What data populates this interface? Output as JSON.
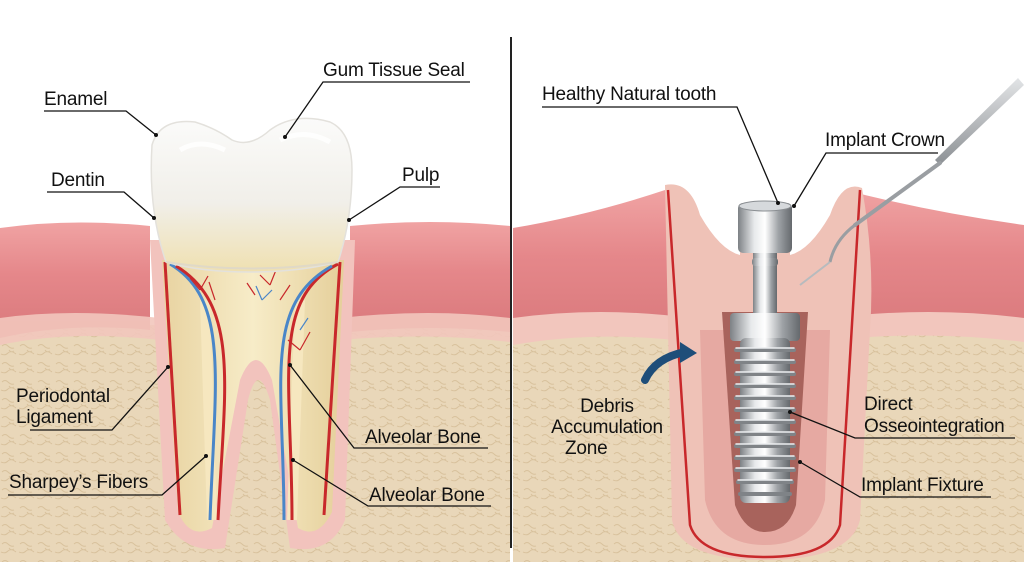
{
  "diagram": {
    "colors": {
      "background": "#ffffff",
      "gum": "#e8898b",
      "gum_light": "#f3b5b2",
      "bone": "#e8d6b8",
      "bone_texture": "#dcc6a2",
      "enamel": "#f4f2ee",
      "dentin": "#f0e2b8",
      "artery": "#c8282b",
      "vein": "#4a86c8",
      "implant_metal": "#b8bcc0",
      "arrow": "#1f4e79",
      "divider": "#222222",
      "leader_line": "#111111"
    },
    "divider": "vertical line separating natural tooth (left) from implant (right)",
    "left_panel": {
      "subject": "natural tooth",
      "labels": {
        "enamel": "Enamel",
        "gum_tissue_seal": "Gum Tissue Seal",
        "dentin": "Dentin",
        "pulp": "Pulp",
        "periodontal_ligament": "Periodontal Ligament",
        "alveolar_bone_1": "Alveolar Bone",
        "sharpeys_fibers": "Sharpey’s Fibers",
        "alveolar_bone_2": "Alveolar Bone"
      }
    },
    "right_panel": {
      "subject": "dental implant",
      "labels": {
        "healthy_natural_tooth": "Healthy Natural tooth",
        "implant_crown": "Implant Crown",
        "debris_line1": "Debris",
        "debris_line2": "Accumulation",
        "debris_line3": "Zone",
        "direct": "Direct",
        "osseointegration": "Osseointegration",
        "implant_fixture": "Implant Fixture"
      }
    }
  }
}
